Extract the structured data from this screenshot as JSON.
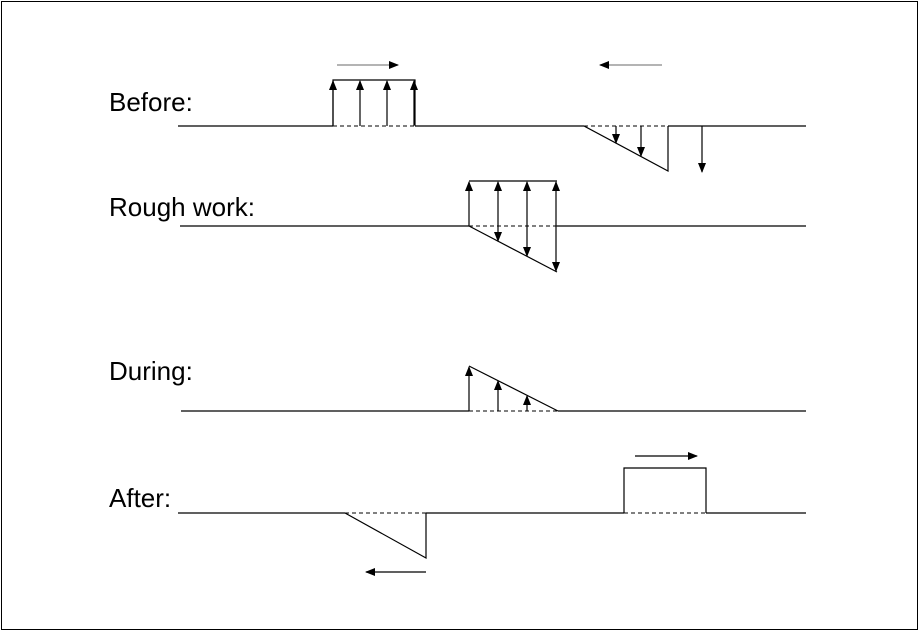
{
  "labels": {
    "before": "Before:",
    "rough_work": "Rough work:",
    "during": "During:",
    "after": "After:"
  },
  "colors": {
    "stroke": "#000000",
    "motion_arrow": "#888888",
    "background": "#ffffff"
  }
}
